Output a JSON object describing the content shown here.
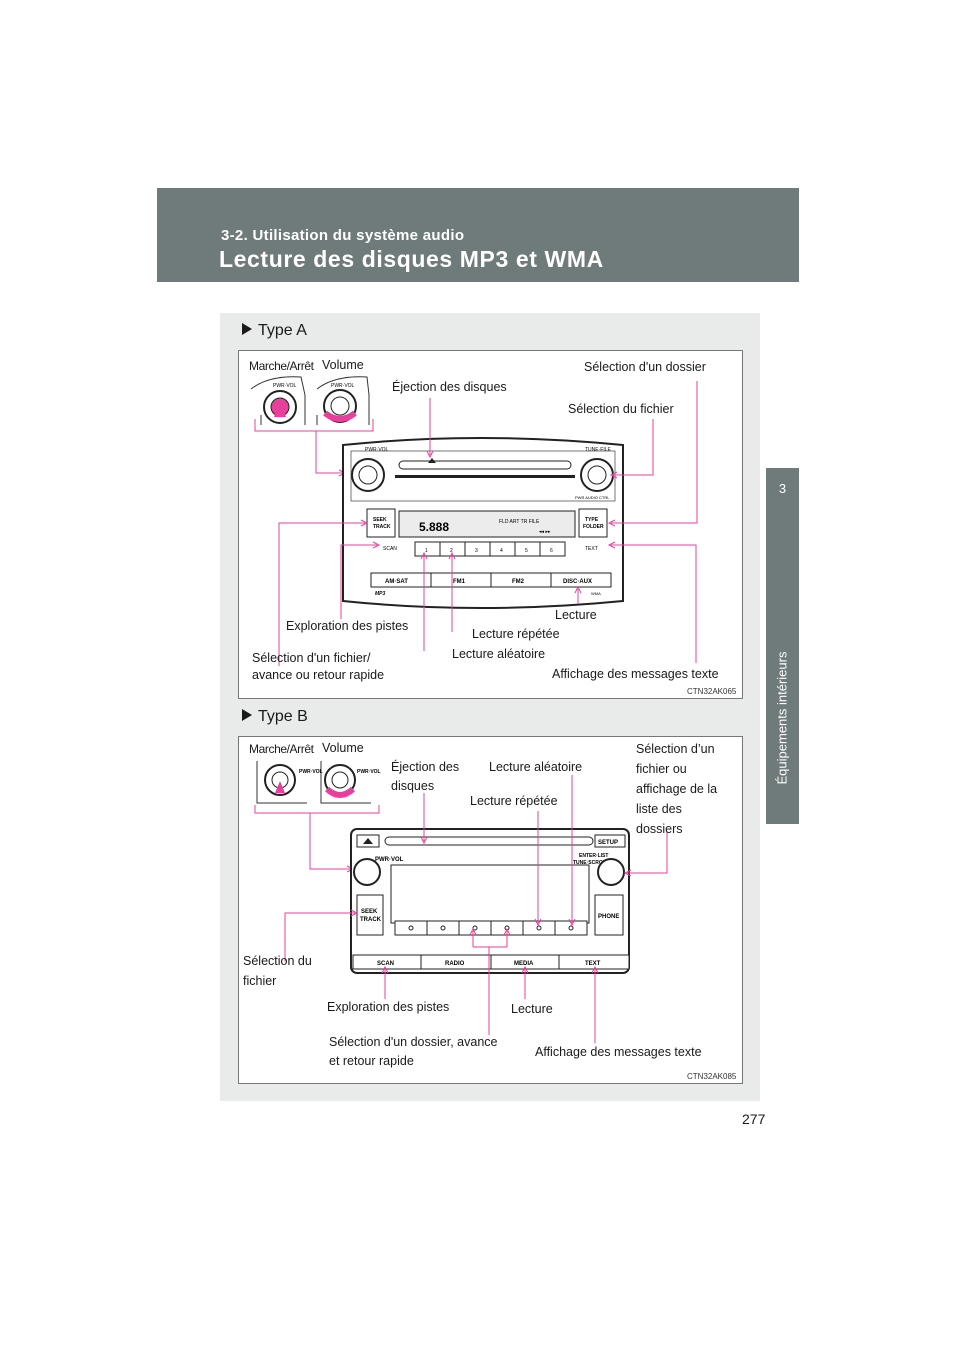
{
  "header": {
    "section": "3-2. Utilisation du système audio",
    "title": "Lecture des disques MP3 et WMA"
  },
  "side_tab": {
    "number": "3",
    "label": "Équipements intérieurs"
  },
  "type_a": {
    "heading": "Type A",
    "labels": {
      "power": "Marche/Arrêt",
      "volume": "Volume",
      "eject": "Éjection des disques",
      "folder_select": "Sélection d'un dossier",
      "file_select": "Sélection du fichier",
      "scan": "Exploration des pistes",
      "play": "Lecture",
      "repeat": "Lecture répétée",
      "seek_line1": "Sélection d'un fichier/",
      "seek_line2": "avance ou retour rapide",
      "random": "Lecture aléatoire",
      "text": "Affichage des messages texte"
    },
    "code": "CTN32AK065",
    "device": {
      "pwr_vol": "PWR·VOL",
      "tune_file": "TUNE·FILE",
      "pwr_audio_ctrl": "PWR AUDIO CTRL",
      "seek_track": [
        "SEEK",
        "TRACK"
      ],
      "type_folder": [
        "TYPE",
        "FOLDER"
      ],
      "scan": "SCAN",
      "text": "TEXT",
      "presets": [
        "1",
        "2",
        "3",
        "4",
        "5",
        "6"
      ],
      "bands": [
        "AM·SAT",
        "FM1",
        "FM2",
        "DISC·AUX"
      ],
      "mp3": "MP3",
      "wma": "WMA"
    }
  },
  "type_b": {
    "heading": "Type B",
    "labels": {
      "power": "Marche/Arrêt",
      "volume": "Volume",
      "eject_line1": "Éjection des",
      "eject_line2": "disques",
      "random": "Lecture aléatoire",
      "repeat": "Lecture répétée",
      "folder_line1": "Sélection d’un",
      "folder_line2": "fichier ou",
      "folder_line3": "affichage de la",
      "folder_line4": "liste des",
      "folder_line5": "dossiers",
      "file_line1": "Sélection du",
      "file_line2": "fichier",
      "scan": "Exploration des pistes",
      "play": "Lecture",
      "folder_ff_line1": "Sélection d'un dossier, avance",
      "folder_ff_line2": "et retour rapide",
      "text": "Affichage des messages texte"
    },
    "code": "CTN32AK085",
    "device": {
      "setup": "SETUP",
      "pwr_vol": "PWR·VOL",
      "enter_list": "ENTER·LIST",
      "tune_scroll": "TUNE·SCROLL",
      "seek_track": [
        "SEEK",
        "TRACK"
      ],
      "phone": "PHONE",
      "bands": [
        "SCAN",
        "RADIO",
        "MEDIA",
        "TEXT"
      ]
    }
  },
  "page_number": "277",
  "colors": {
    "header_bg": "#6e7b7a",
    "panel_bg": "#e9eaea",
    "leader": "#e8409a"
  }
}
